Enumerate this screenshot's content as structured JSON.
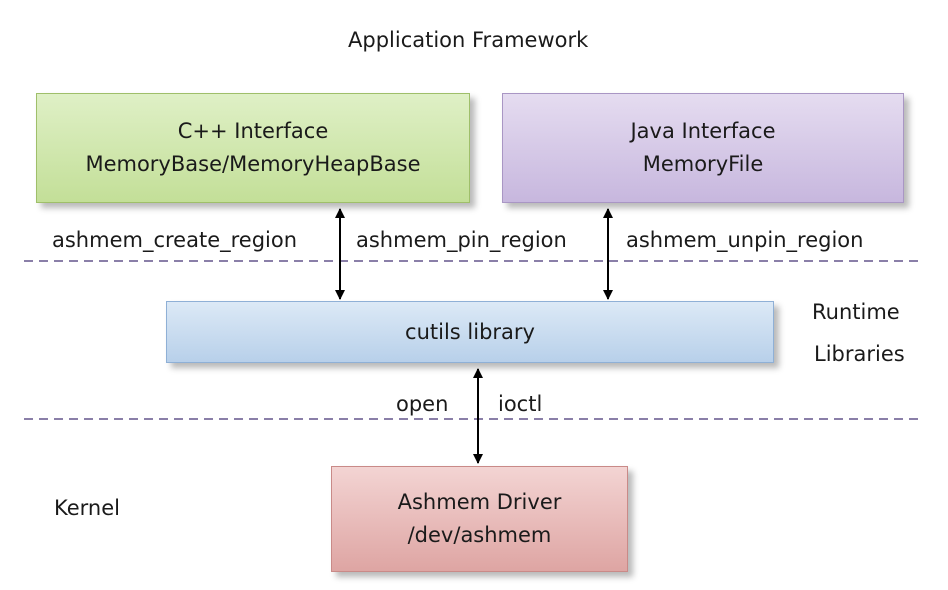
{
  "layers": {
    "application_framework": "Application Framework",
    "runtime_line1": "Runtime",
    "runtime_line2": "Libraries",
    "kernel": "Kernel"
  },
  "boxes": {
    "cpp": {
      "line1": "C++ Interface",
      "line2": "MemoryBase/MemoryHeapBase"
    },
    "java": {
      "line1": "Java Interface",
      "line2": "MemoryFile"
    },
    "cutils": {
      "line1": "cutils library"
    },
    "ashmem": {
      "line1": "Ashmem Driver",
      "line2": "/dev/ashmem"
    }
  },
  "calls": {
    "create": "ashmem_create_region",
    "pin": "ashmem_pin_region",
    "unpin": "ashmem_unpin_region",
    "open": "open",
    "ioctl": "ioctl"
  },
  "colors": {
    "divider": "#8a7fa8",
    "arrow": "#000000"
  }
}
